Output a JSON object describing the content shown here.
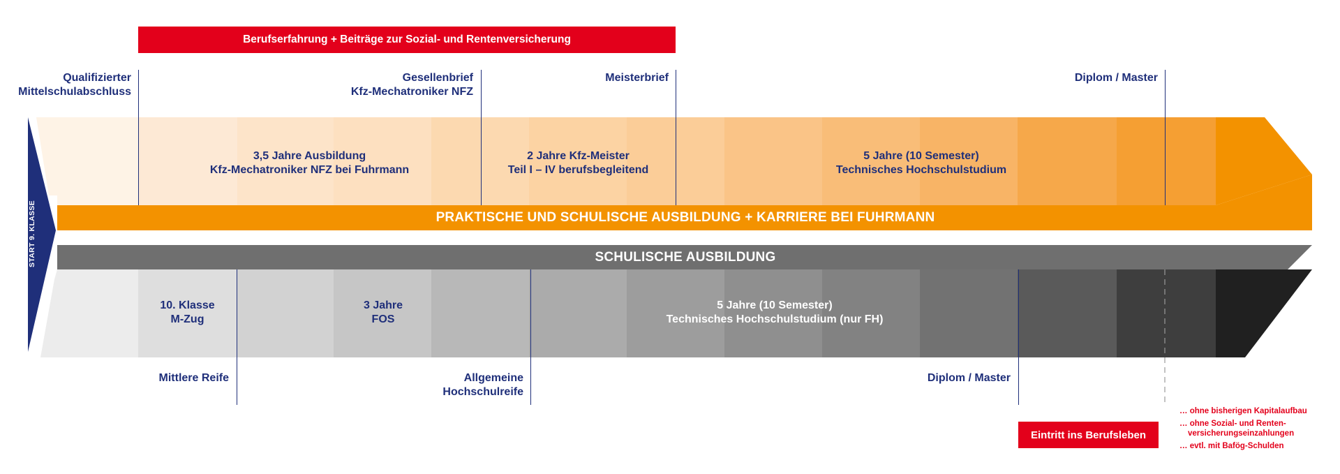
{
  "top_banner": "Berufserfahrung + Beiträge zur Sozial- und Rentenversicherung",
  "start_label": "START 9. KLASSE",
  "upper_milestones": {
    "qualifizierter": [
      "Qualifizierter",
      "Mittelschulabschluss"
    ],
    "gesellenbrief": [
      "Gesellenbrief",
      "Kfz-Mechatroniker NFZ"
    ],
    "meisterbrief": [
      "Meisterbrief"
    ],
    "diplom_upper": [
      "Diplom / Master"
    ]
  },
  "upper_segments": {
    "ausbildung": [
      "3,5 Jahre Ausbildung",
      "Kfz-Mechatroniker NFZ bei Fuhrmann"
    ],
    "meister": [
      "2 Jahre Kfz-Meister",
      "Teil I – IV berufsbegleitend"
    ],
    "studium": [
      "5 Jahre (10 Semester)",
      "Technisches Hochschulstudium"
    ]
  },
  "orange_band": "PRAKTISCHE UND SCHULISCHE AUSBILDUNG + KARRIERE BEI FUHRMANN",
  "grey_band": "SCHULISCHE AUSBILDUNG",
  "lower_segments": {
    "klasse10": [
      "10. Klasse",
      "M-Zug"
    ],
    "fos": [
      "3 Jahre",
      "FOS"
    ],
    "studium_fh": [
      "5 Jahre (10 Semester)",
      "Technisches Hochschulstudium (nur FH)"
    ]
  },
  "lower_milestones": {
    "mittlere_reife": [
      "Mittlere Reife"
    ],
    "hochschulreife": [
      "Allgemeine",
      "Hochschulreife"
    ],
    "diplom_lower": [
      "Diplom / Master"
    ]
  },
  "entry_button": "Eintritt ins Berufsleben",
  "notes": [
    [
      "… ohne bisherigen Kapitalaufbau"
    ],
    [
      "… ohne Sozial- und Renten-",
      "versicherungseinzahlungen"
    ],
    [
      "… evtl. mit Bafög-Schulden"
    ]
  ],
  "colors": {
    "orange": "#f39200",
    "red": "#e3001b",
    "navy": "#1f2f7a",
    "grey_band": "#6f6f6f"
  }
}
